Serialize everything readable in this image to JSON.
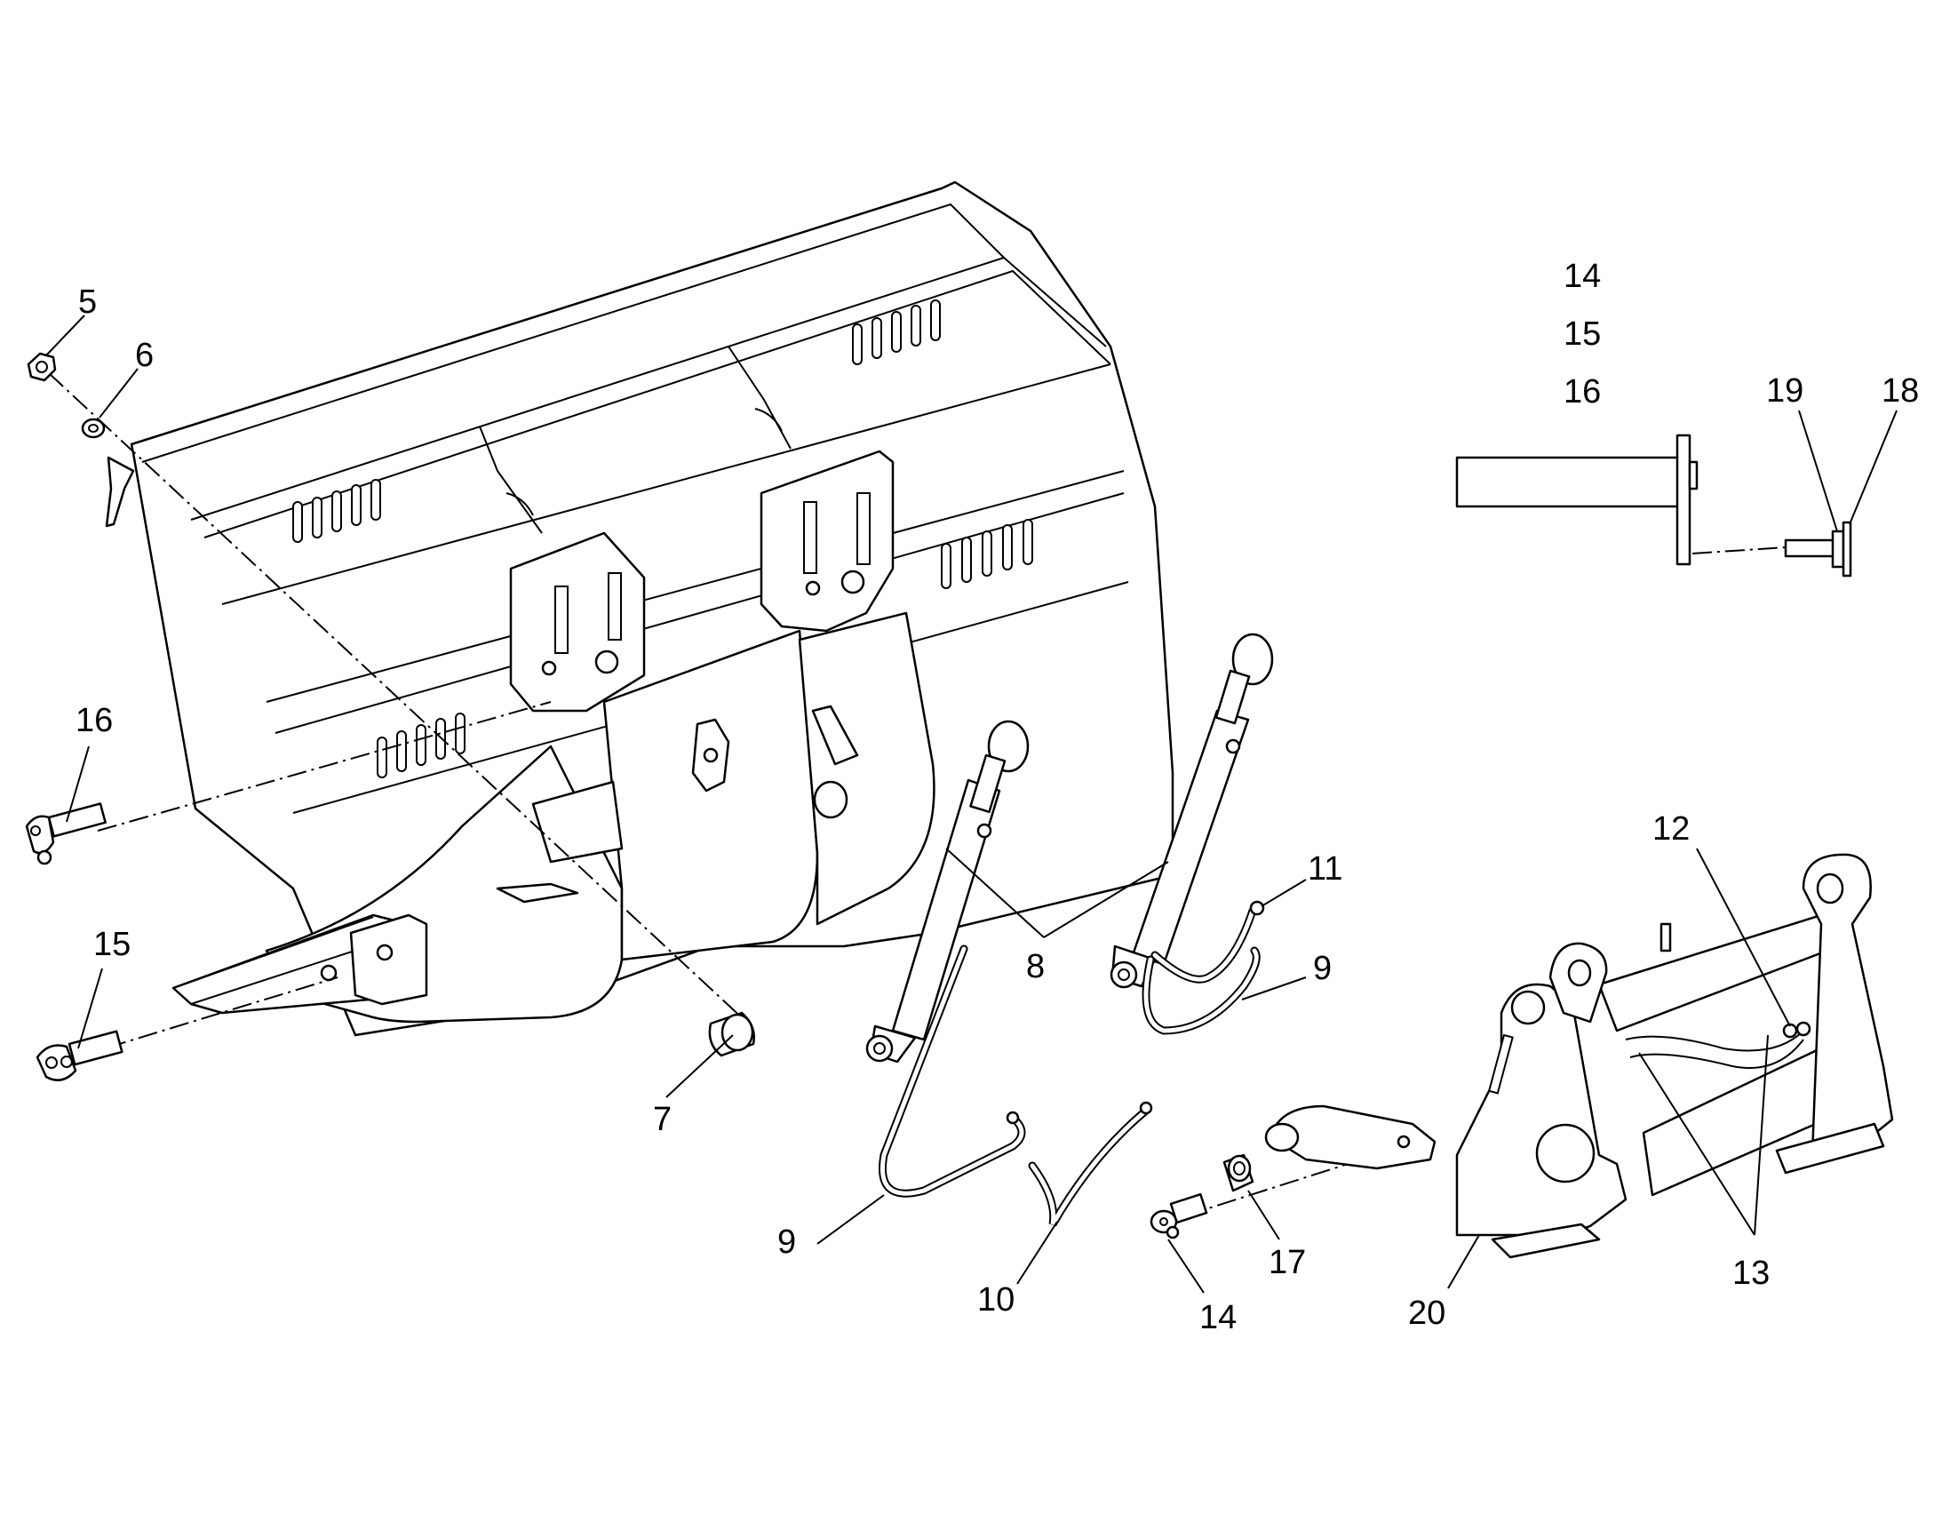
{
  "diagram": {
    "callouts": [
      {
        "id": "c5",
        "label": "5"
      },
      {
        "id": "c6",
        "label": "6"
      },
      {
        "id": "c7",
        "label": "7"
      },
      {
        "id": "c8",
        "label": "8"
      },
      {
        "id": "c9a",
        "label": "9"
      },
      {
        "id": "c9b",
        "label": "9"
      },
      {
        "id": "c10",
        "label": "10"
      },
      {
        "id": "c11",
        "label": "11"
      },
      {
        "id": "c12",
        "label": "12"
      },
      {
        "id": "c13",
        "label": "13"
      },
      {
        "id": "c14a",
        "label": "14"
      },
      {
        "id": "c14b",
        "label": "14"
      },
      {
        "id": "c15a",
        "label": "15"
      },
      {
        "id": "c15b",
        "label": "15"
      },
      {
        "id": "c16a",
        "label": "16"
      },
      {
        "id": "c16b",
        "label": "16"
      },
      {
        "id": "c17",
        "label": "17"
      },
      {
        "id": "c18",
        "label": "18"
      },
      {
        "id": "c19",
        "label": "19"
      },
      {
        "id": "c20",
        "label": "20"
      }
    ]
  }
}
